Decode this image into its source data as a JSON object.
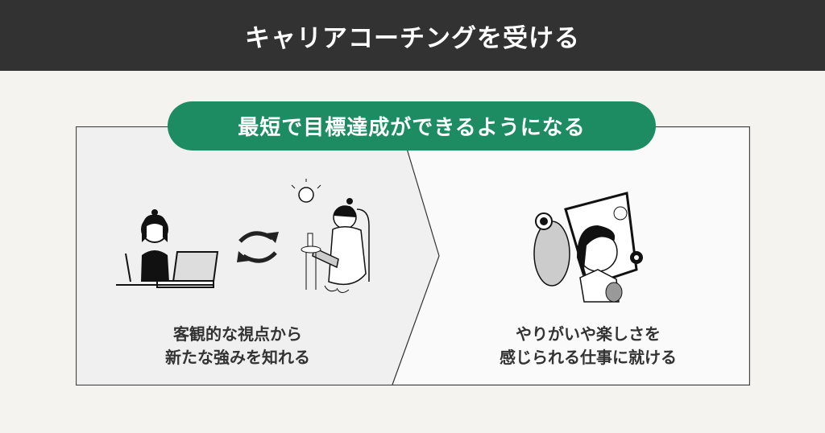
{
  "title": "キャリアコーチングを受ける",
  "banner": "最短で目標達成ができるようになる",
  "left": {
    "line1": "客観的な視点から",
    "line2": "新たな強みを知れる"
  },
  "right": {
    "line1": "やりがいや楽しさを",
    "line2": "感じられる仕事に就ける"
  },
  "colors": {
    "title_bg": "#323232",
    "accent": "#1d8c63",
    "page_bg": "#f4f3ef"
  }
}
